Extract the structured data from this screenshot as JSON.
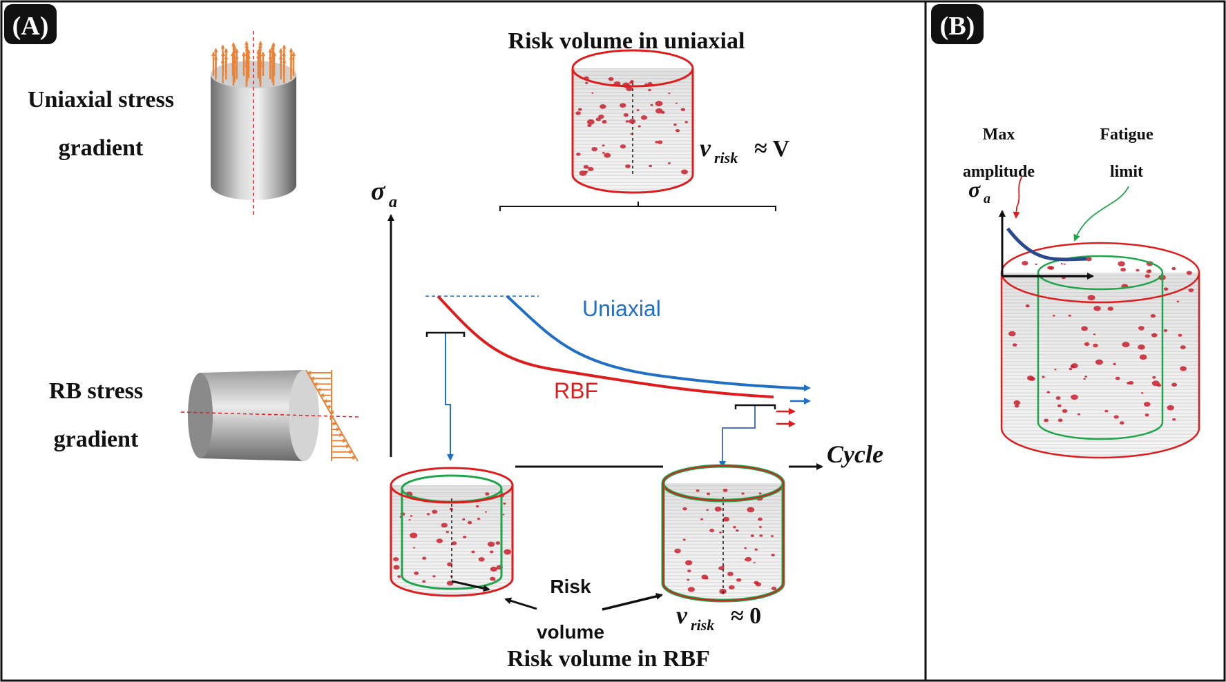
{
  "panels": {
    "a": {
      "tag": "(A)"
    },
    "b": {
      "tag": "(B)"
    }
  },
  "panel_a": {
    "uniaxial_stress_line1": "Uniaxial stress",
    "uniaxial_stress_line2": "gradient",
    "rb_stress_line1": "RB stress",
    "rb_stress_line2": "gradient",
    "risk_volume_uniaxial_title": "Risk volume in uniaxial",
    "risk_volume_rbf_title": "Risk volume in RBF",
    "y_axis_label": "σ",
    "y_axis_subscript": "a",
    "x_axis_label": "Cycle",
    "curve_uniaxial_label": "Uniaxial",
    "curve_rbf_label": "RBF",
    "v_risk_symbol": "v",
    "v_risk_subscript": "risk",
    "v_risk_uniaxial_value": "≈ V",
    "v_risk_rbf_value": "≈ 0",
    "risk_label_line1": "Risk",
    "risk_label_line2": "volume"
  },
  "panel_b": {
    "max_amplitude_line1": "Max",
    "max_amplitude_line2": "amplitude",
    "fatigue_limit_line1": "Fatigue",
    "fatigue_limit_line2": "limit",
    "y_axis_label": "σ",
    "y_axis_subscript": "a"
  },
  "colors": {
    "uniaxial_curve": "#1f6fc4",
    "rbf_curve": "#e01b1b",
    "outer_surface_ring": "#e01b1b",
    "inner_risk_ring": "#1ea54a",
    "stress_arrows": "#e8843a",
    "defects": "#c8202c",
    "panel_b_curve": "#2a4a8f"
  }
}
